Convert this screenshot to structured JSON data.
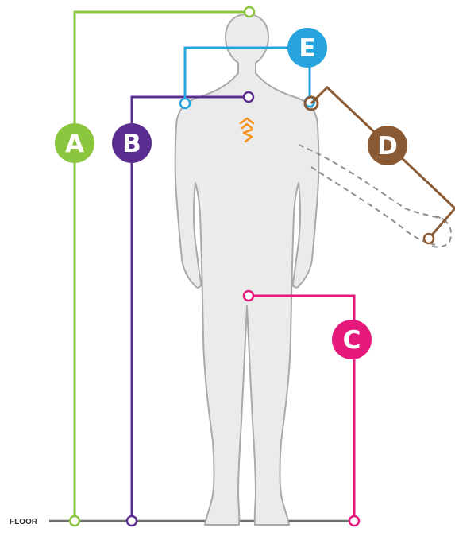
{
  "floor_label": "FLOOR",
  "measurements": [
    {
      "id": "A",
      "color": "#8cc63f"
    },
    {
      "id": "B",
      "color": "#5c2d91"
    },
    {
      "id": "C",
      "color": "#e5197b"
    },
    {
      "id": "D",
      "color": "#8a5a34"
    },
    {
      "id": "E",
      "color": "#27a3dd"
    }
  ],
  "body_color": "#ebebeb",
  "body_outline": "#a9a9a9",
  "logo": {
    "icon": "logo-icon",
    "color": "#f7931e"
  },
  "floor_color": "#6d6d6d"
}
